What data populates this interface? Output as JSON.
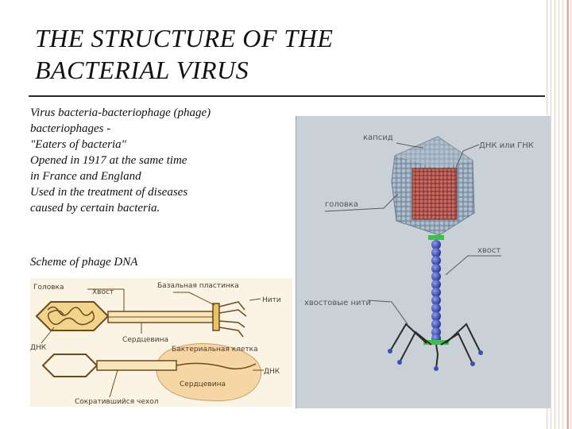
{
  "slide": {
    "title_lines": [
      "THE STRUCTURE OF THE",
      "BACTERIAL VIRUS"
    ],
    "body_lines": [
      "Virus bacteria-bacteriophage (phage)",
      "bacteriophages -",
      "\"Eaters of bacteria\"",
      "Opened in 1917 at the same time",
      "in France and England",
      "Used in the treatment of diseases",
      "caused by certain bacteria."
    ],
    "scheme_label": "Scheme of phage DNA"
  },
  "phage_figure": {
    "labels": {
      "capsid": "капсид",
      "dna_rna": "ДНК или ГНК",
      "head": "головка",
      "tail": "хвост",
      "tail_fibers": "хвостовые нити"
    }
  },
  "dna_scheme": {
    "labels": {
      "head": "Головка",
      "tail": "Хвост",
      "base_plate": "Базальная пластинка",
      "fibers": "Нити",
      "core": "Сердцевина",
      "dna": "ДНК",
      "bacterial_cell": "Бактериальная клетка",
      "dna2": "ДНК",
      "core2": "Сердцевина",
      "contracted_sheath": "Сократившийся чехол"
    }
  },
  "colors": {
    "capsid": "#8fa3b5",
    "dna_core": "#b5574f",
    "tail": "#3f4fb8",
    "collar": "#3fbf4a",
    "scheme_head": "#f2d48a",
    "scheme_cell": "#f6d6a5"
  }
}
